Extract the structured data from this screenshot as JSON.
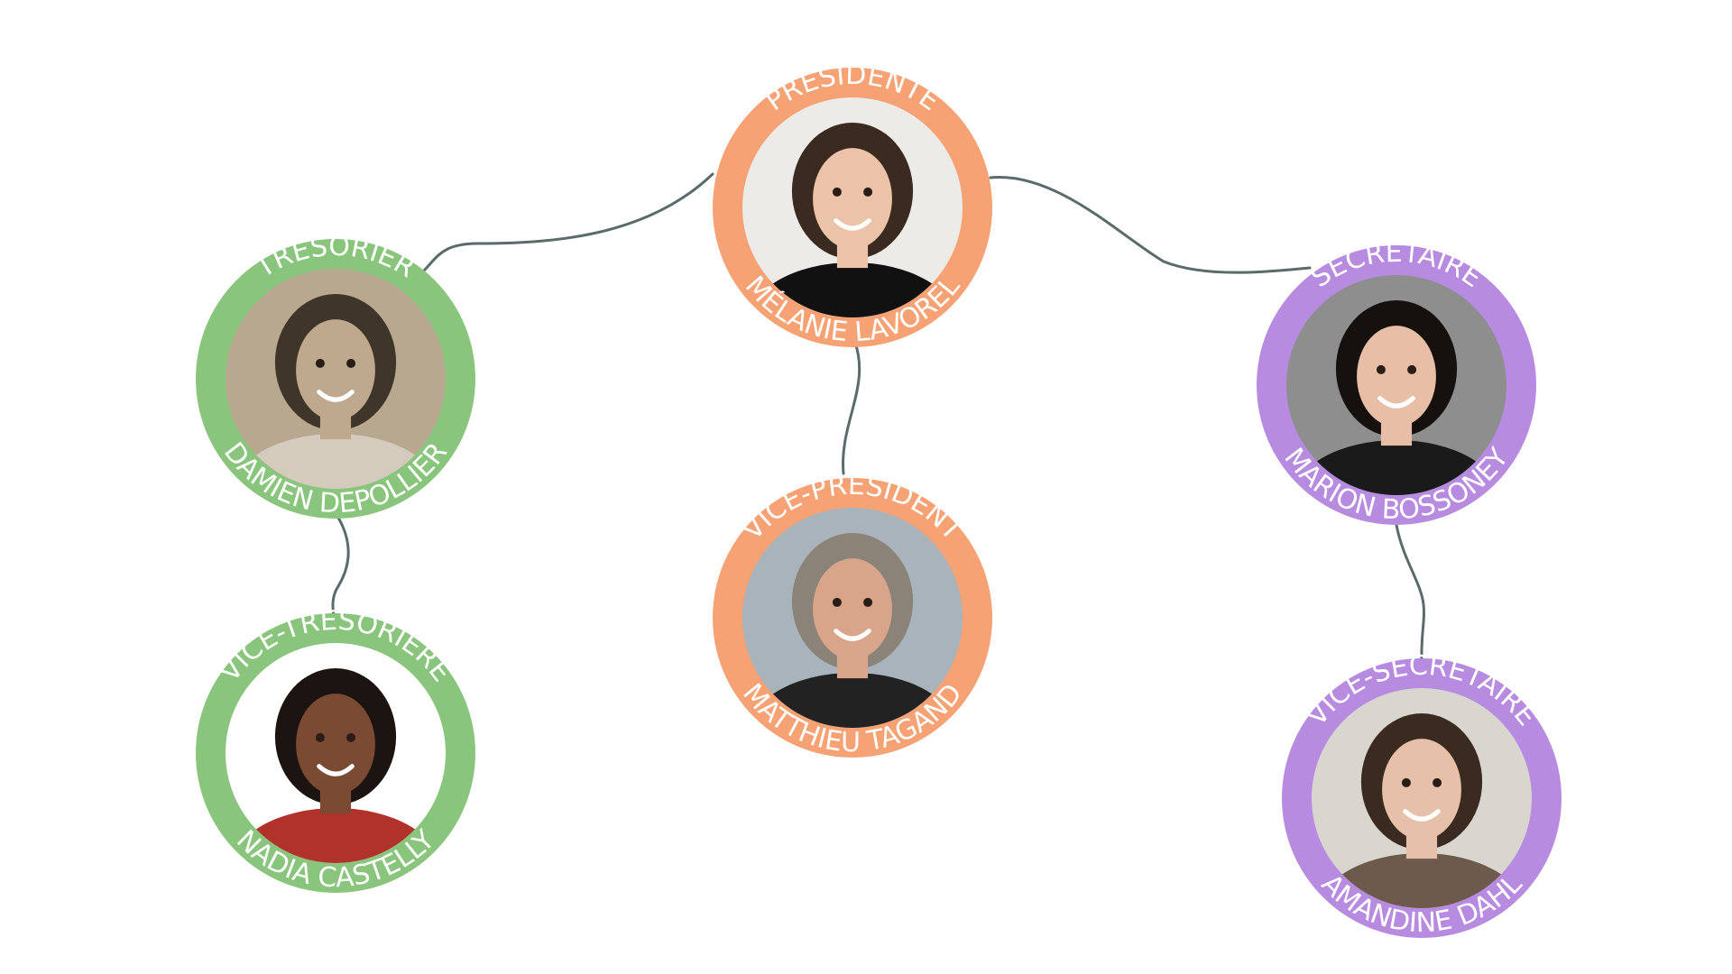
{
  "colors": {
    "orange": "#f7a274",
    "green": "#8ac57e",
    "purple": "#b68be0",
    "line": "#5b6b6b"
  },
  "members": [
    {
      "id": "presidente",
      "role": "PRÉSIDENTE",
      "name": "MÉLANIE LAVOREL",
      "color": "orange",
      "icon": "portrait-woman-dark-hair-icon",
      "skin": "#eac3a8",
      "hair": "#3b2a20",
      "bg": "#ecebe8",
      "shirt": "#111111"
    },
    {
      "id": "tresorier",
      "role": "TRÉSORIER",
      "name": "DAMIEN DEPOLLIER",
      "color": "green",
      "icon": "portrait-man-curly-hair-icon",
      "skin": "#bfa98e",
      "hair": "#3f3528",
      "bg": "#b9a890",
      "shirt": "#d5cbbd"
    },
    {
      "id": "secretaire",
      "role": "SECRÉTAIRE",
      "name": "MARION BOSSONEY",
      "color": "purple",
      "icon": "portrait-woman-black-bangs-icon",
      "skin": "#e8bfa6",
      "hair": "#15110f",
      "bg": "#8e8e8e",
      "shirt": "#1a1a1a"
    },
    {
      "id": "vice-president",
      "role": "VICE-PRÉSIDENT",
      "name": "MATTHIEU TAGAND",
      "color": "orange",
      "icon": "portrait-bald-man-beard-icon",
      "skin": "#d9a58a",
      "hair": "#8b8378",
      "bg": "#a9b3bb",
      "shirt": "#222222"
    },
    {
      "id": "vice-tresoriere",
      "role": "VICE-TRÉSORIÈRE",
      "name": "NADIA CASTELLY",
      "color": "green",
      "icon": "portrait-woman-afro-icon",
      "skin": "#7a4a32",
      "hair": "#1c1410",
      "bg": "#ffffff",
      "shirt": "#b1322a"
    },
    {
      "id": "vice-secretaire",
      "role": "VICE-SECRÉTAIRE",
      "name": "AMANDINE DAHL",
      "color": "purple",
      "icon": "portrait-woman-curly-brown-icon",
      "skin": "#e6c0a8",
      "hair": "#3a2a20",
      "bg": "#d9d6d0",
      "shirt": "#6d5a4c"
    }
  ]
}
